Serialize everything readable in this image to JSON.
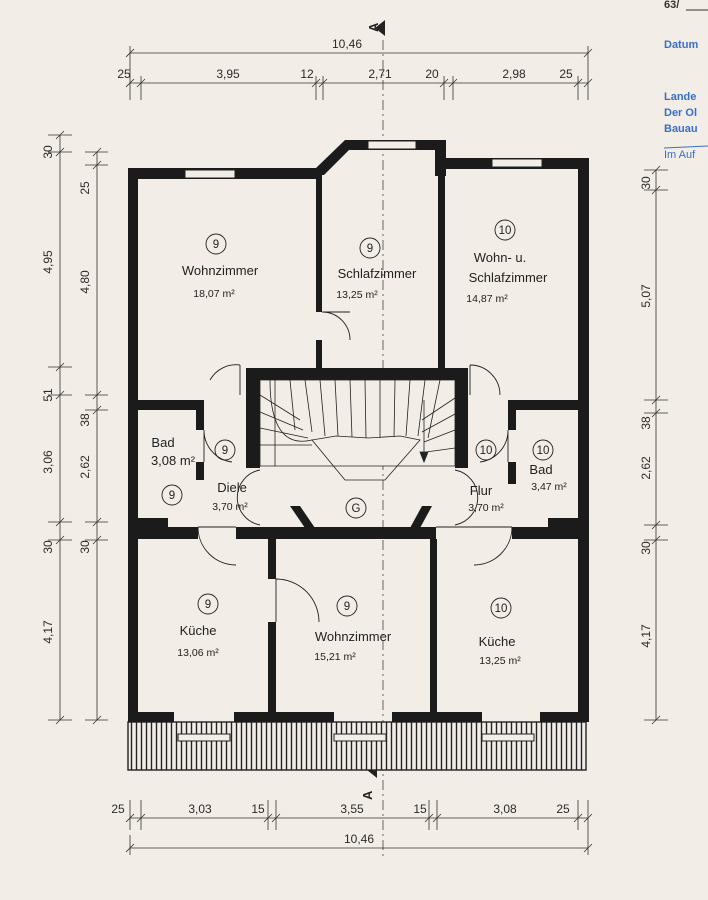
{
  "corner": {
    "ref": "63/",
    "datum": "Datum",
    "lines": [
      "Lande",
      "Der Ol",
      "Bauau",
      "Im Auf"
    ]
  },
  "section_marks": {
    "top": "A",
    "bottom": "A"
  },
  "dimensions": {
    "top_total": "10,46",
    "top_segments": [
      "25",
      "3,95",
      "12",
      "2,71",
      "20",
      "2,98",
      "25"
    ],
    "bottom_total": "10,46",
    "bottom_segments": [
      "25",
      "3,03",
      "15",
      "3,55",
      "15",
      "3,08",
      "25"
    ],
    "left_outer": [
      "30",
      "4,95",
      "51",
      "3,06",
      "30",
      "4,17"
    ],
    "left_inner": [
      "25",
      "4,80",
      "38",
      "2,62",
      "30"
    ],
    "right": [
      "30",
      "5,07",
      "38",
      "2,62",
      "30",
      "4,17"
    ]
  },
  "rooms": [
    {
      "num": "9",
      "name": "Wohnzimmer",
      "area": "18,07 m²"
    },
    {
      "num": "9",
      "name": "Schlafzimmer",
      "area": "13,25 m²"
    },
    {
      "num": "10",
      "name_line1": "Wohn- u.",
      "name_line2": "Schlafzimmer",
      "area": "14,87 m²"
    },
    {
      "num": "9",
      "name": "Bad",
      "area": "3,08 m²"
    },
    {
      "num": "9",
      "name": "Diele",
      "area": "3,70 m²"
    },
    {
      "num": "G"
    },
    {
      "num": "10",
      "name": "Flur",
      "area": "3,70 m²"
    },
    {
      "num": "10",
      "name": "Bad",
      "area": "3,47 m²"
    },
    {
      "num": "9",
      "name": "Küche",
      "area": "13,06 m²"
    },
    {
      "num": "9",
      "name": "Wohnzimmer",
      "area": "15,21 m²"
    },
    {
      "num": "10",
      "name": "Küche",
      "area": "13,25 m²"
    }
  ],
  "bath_left_extra_num": "9"
}
